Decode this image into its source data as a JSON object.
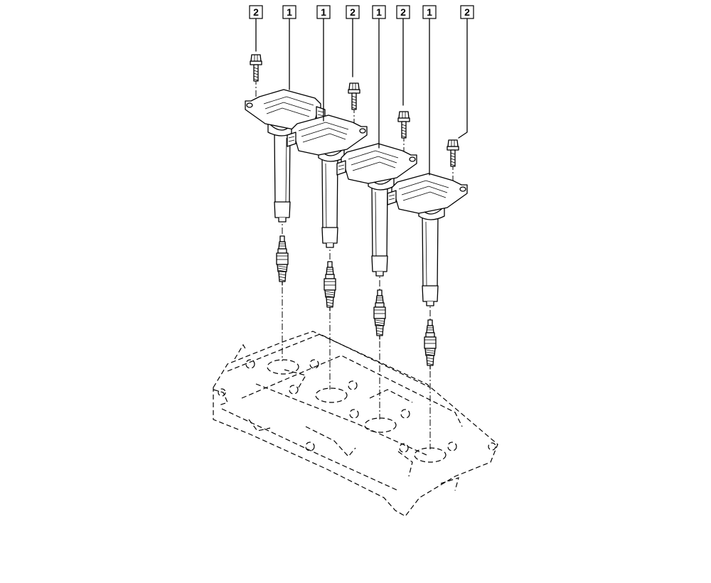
{
  "callouts": [
    {
      "text": "2"
    },
    {
      "text": "1"
    },
    {
      "text": "1"
    },
    {
      "text": "2"
    },
    {
      "text": "1"
    },
    {
      "text": "2"
    },
    {
      "text": "1"
    },
    {
      "text": "2"
    }
  ]
}
